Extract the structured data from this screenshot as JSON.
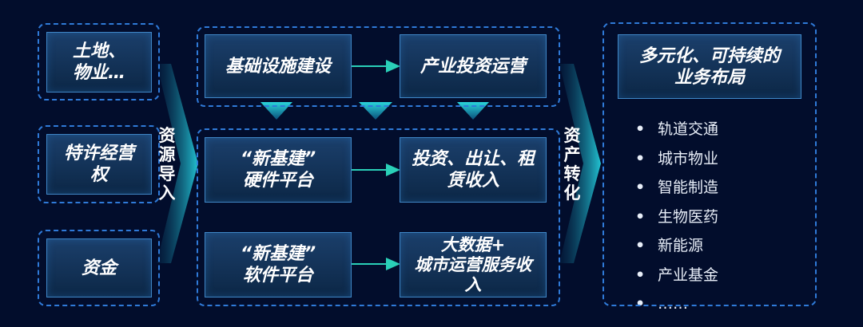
{
  "inputs": {
    "items": [
      "土地、\n物业…",
      "特许经营\n权",
      "资金"
    ],
    "label": [
      "资",
      "源",
      "导",
      "入"
    ]
  },
  "middle": {
    "top_row": [
      "基础设施建设",
      "产业投资运营"
    ],
    "rows": [
      {
        "left": "“新基建”\n硬件平台",
        "right": "投资、出让、租\n赁收入"
      },
      {
        "left": "“新基建”\n软件平台",
        "right": "大数据+\n城市运营服务收\n入"
      }
    ],
    "label": [
      "资",
      "产",
      "转",
      "化"
    ]
  },
  "output": {
    "title": "多元化、可持续的\n业务布局",
    "bullet": "•",
    "items": [
      "轨道交通",
      "城市物业",
      "智能制造",
      "生物医药",
      "新能源",
      "产业基金",
      "……"
    ]
  },
  "colors": {
    "background": "#020d2c",
    "dash_border": "#2f7ad8",
    "arrow": "#2ad0b8",
    "chevron": "#1fb7c9"
  }
}
